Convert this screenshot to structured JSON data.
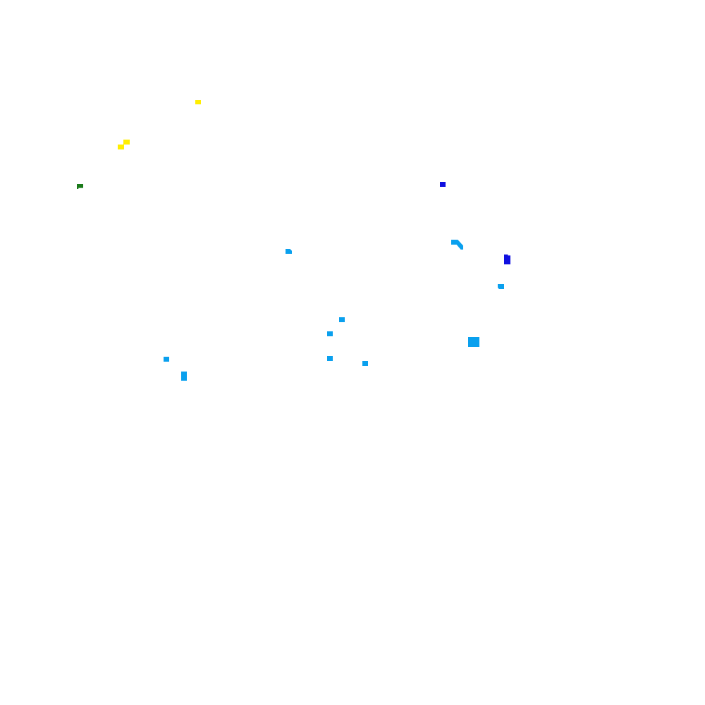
{
  "colors": {
    "background": "#ffffff",
    "yellow": "#ffee00",
    "green": "#1a7a1a",
    "blue": "#1010e0",
    "cyan": "#0aa0ee"
  },
  "blobs": [
    {
      "id": "b-yellow-1",
      "color": "yellow"
    },
    {
      "id": "b-yellow-2",
      "color": "yellow"
    },
    {
      "id": "b-yellow-3",
      "color": "yellow"
    },
    {
      "id": "b-green-1",
      "color": "green"
    },
    {
      "id": "b-blue-1",
      "color": "blue"
    },
    {
      "id": "b-blue-2",
      "color": "blue"
    },
    {
      "id": "b-cyan-1",
      "color": "cyan"
    },
    {
      "id": "b-cyan-2",
      "color": "cyan"
    },
    {
      "id": "b-cyan-3",
      "color": "cyan"
    },
    {
      "id": "b-cyan-4",
      "color": "cyan"
    },
    {
      "id": "b-cyan-5",
      "color": "cyan"
    },
    {
      "id": "b-cyan-6",
      "color": "cyan"
    },
    {
      "id": "b-cyan-7",
      "color": "cyan"
    },
    {
      "id": "b-cyan-8",
      "color": "cyan"
    },
    {
      "id": "b-cyan-9",
      "color": "cyan"
    },
    {
      "id": "b-cyan-10",
      "color": "cyan"
    }
  ]
}
